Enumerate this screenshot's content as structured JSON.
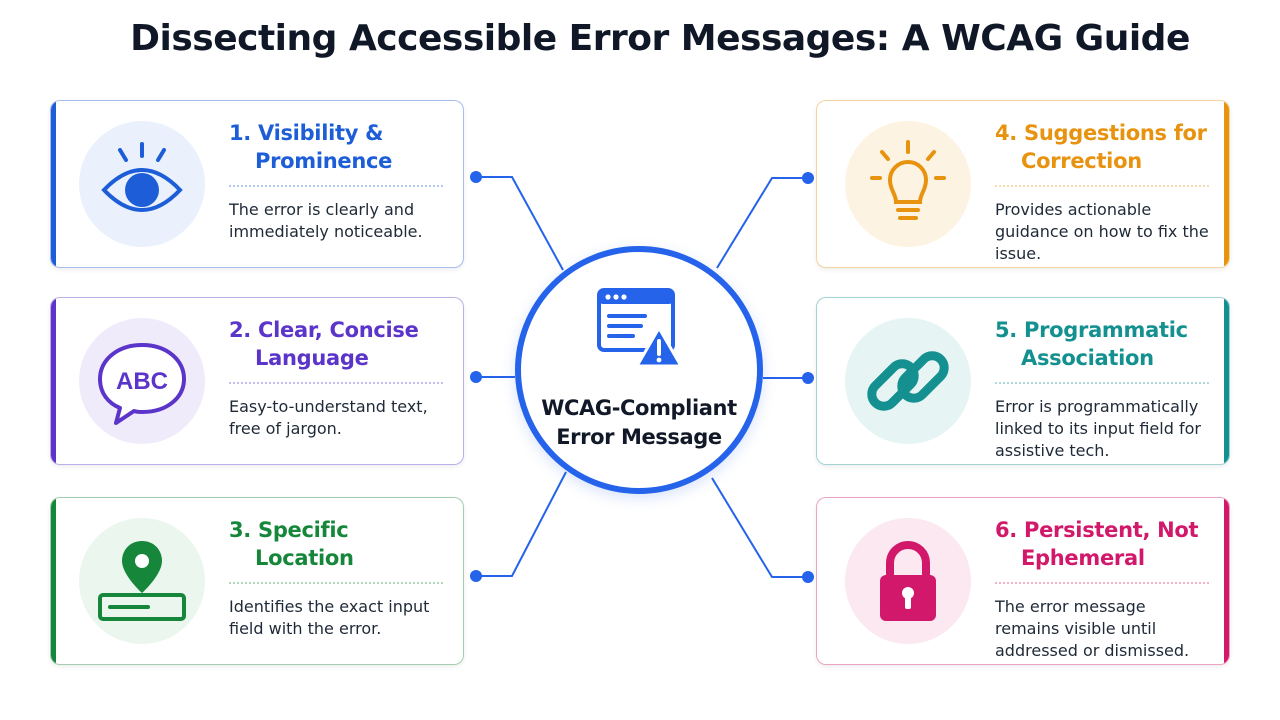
{
  "title": "Dissecting Accessible Error Messages: A WCAG Guide",
  "hub": {
    "title_lines": [
      "WCAG-Compliant",
      "Error Message"
    ],
    "icon": "browser-window-warning-icon",
    "color": "#2563eb"
  },
  "cards": [
    {
      "title": "1. Visibility & Prominence",
      "description": "The error is clearly and immediately noticeable.",
      "icon": "eye-icon",
      "color": "#1d5ed8",
      "tint": "#eaf1fd"
    },
    {
      "title": "2. Clear, Concise Language",
      "description": "Easy-to-understand text, free of jargon.",
      "icon": "abc-speech-bubble-icon",
      "color": "#5b34c9",
      "tint": "#f0ebfb"
    },
    {
      "title": "3. Specific Location",
      "description": "Identifies the exact input field with the error.",
      "icon": "location-pin-field-icon",
      "color": "#16873a",
      "tint": "#eaf6ee"
    },
    {
      "title": "4. Suggestions for Correction",
      "description": "Provides actionable guidance on how to fix the issue.",
      "icon": "lightbulb-icon",
      "color": "#e8930f",
      "tint": "#fdf3e2"
    },
    {
      "title": "5. Programmatic Association",
      "description": "Error is programmatically linked to its input field for assistive tech.",
      "icon": "chain-link-icon",
      "color": "#13908f",
      "tint": "#e6f4f4"
    },
    {
      "title": "6. Persistent, Not Ephemeral",
      "description": "The error message remains visible until addressed or dismissed.",
      "icon": "padlock-icon",
      "color": "#d1186a",
      "tint": "#fbe8f0"
    }
  ]
}
